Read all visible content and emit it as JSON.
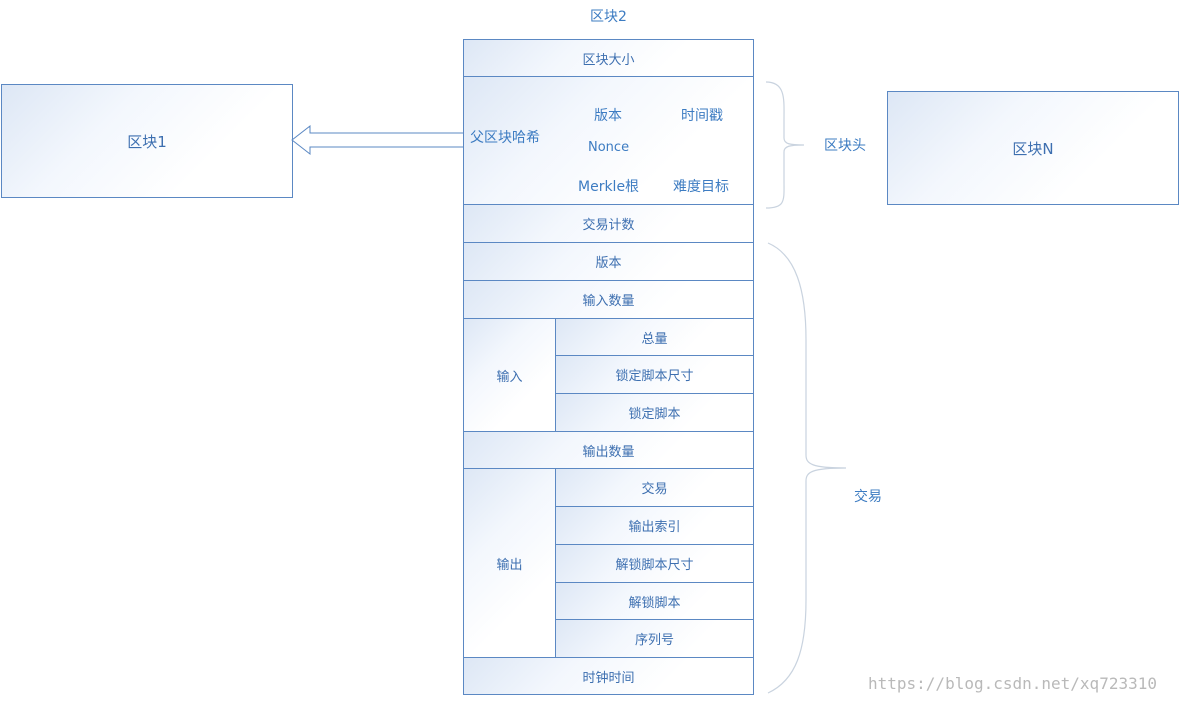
{
  "block2_title": "区块2",
  "block1_label": "区块1",
  "blockN_label": "区块N",
  "header": {
    "block_size": "区块大小",
    "parent_hash": "父区块哈希",
    "version": "版本",
    "timestamp": "时间戳",
    "nonce": "Nonce",
    "merkle_root": "Merkle根",
    "difficulty": "难度目标",
    "brace_label": "区块头"
  },
  "tx_count": "交易计数",
  "tx": {
    "version": "版本",
    "input_count": "输入数量",
    "input_label": "输入",
    "inputs": [
      "总量",
      "锁定脚本尺寸",
      "锁定脚本"
    ],
    "output_count": "输出数量",
    "output_label": "输出",
    "outputs": [
      "交易",
      "输出索引",
      "解锁脚本尺寸",
      "解锁脚本",
      "序列号"
    ],
    "locktime": "时钟时间",
    "brace_label": "交易"
  },
  "watermark": "https://blog.csdn.net/xq723310",
  "colors": {
    "border": "#5b88c3",
    "text": "#3d7cc2",
    "brace": "#c9d3df"
  }
}
